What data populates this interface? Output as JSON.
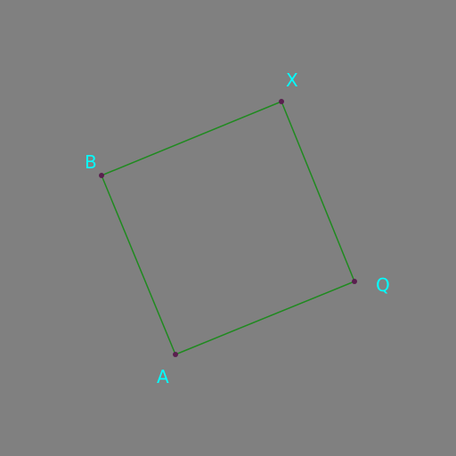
{
  "diagram": {
    "colors": {
      "background": "#808080",
      "edge": "#1f8a1f",
      "vertex": "#5a1f4f",
      "label": "#00ffff"
    },
    "vertices": [
      {
        "id": "X",
        "label": "X"
      },
      {
        "id": "Q",
        "label": "Q"
      },
      {
        "id": "A",
        "label": "A"
      },
      {
        "id": "B",
        "label": "B"
      }
    ],
    "edges": [
      [
        "X",
        "Q"
      ],
      [
        "Q",
        "A"
      ],
      [
        "A",
        "B"
      ],
      [
        "B",
        "X"
      ]
    ]
  }
}
